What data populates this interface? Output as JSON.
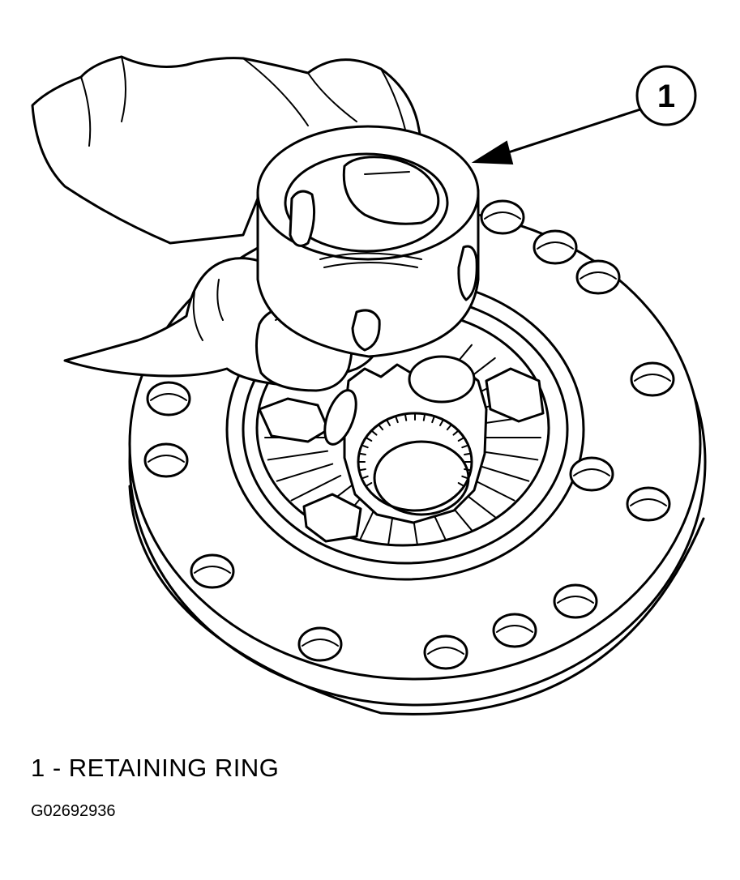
{
  "callout": {
    "number": "1"
  },
  "caption": {
    "item": "1 - RETAINING RING"
  },
  "figure_id": "G02692936",
  "colors": {
    "ink": "#000000",
    "paper": "#ffffff"
  },
  "parts": [
    "hand",
    "retaining-ring",
    "differential-case-flange",
    "side-gear",
    "pinion-gears",
    "axle-bore-splines",
    "bolt-holes"
  ]
}
